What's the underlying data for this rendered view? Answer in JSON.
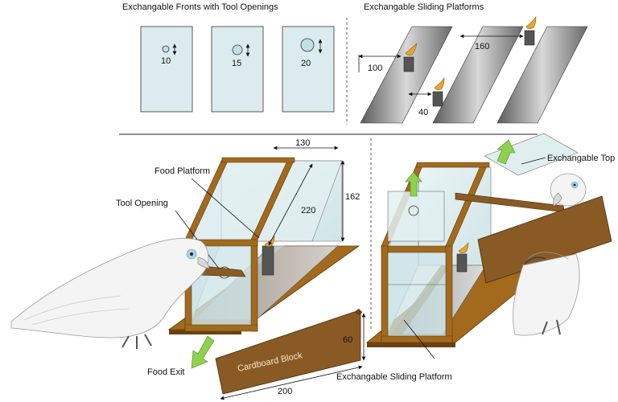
{
  "top_left": {
    "title": "Exchangable Fronts with Tool Openings",
    "fronts": [
      {
        "label": "10"
      },
      {
        "label": "15"
      },
      {
        "label": "20"
      }
    ]
  },
  "top_right": {
    "title": "Exchangable Sliding Platforms",
    "dims": {
      "d100": "100",
      "d40": "40",
      "d160": "160"
    }
  },
  "bottom_left": {
    "dim_width": "130",
    "dim_height": "162",
    "dim_length": "220",
    "food_platform": "Food Platform",
    "tool_opening": "Tool Opening",
    "food_exit": "Food Exit",
    "cardboard_block": "Cardboard Block",
    "dim_block_height": "60",
    "dim_block_length": "200"
  },
  "bottom_right": {
    "exchangable_top": "Exchangable Top",
    "sliding_platform": "Exchangable Sliding Platform"
  },
  "colors": {
    "glass": "#dcecee",
    "wood": "#a36a1d",
    "wood_dark": "#6b4212",
    "cardboard": "#8a5a24",
    "arrow_green": "#8fd14f",
    "food": "#e8a52a"
  }
}
